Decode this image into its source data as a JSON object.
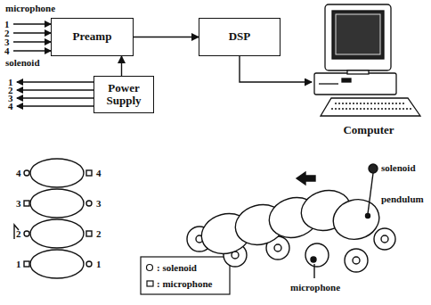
{
  "diagram": {
    "nodes": [
      {
        "text": [
          "Preamp"
        ]
      },
      {
        "text": [
          "DSP"
        ]
      },
      {
        "text": [
          "Power Supply"
        ]
      },
      {
        "text": [
          "Computer"
        ]
      }
    ],
    "edges": [
      {
        "from": 2,
        "to": 0,
        "arrow": "to"
      },
      {
        "from": 0,
        "to": 1,
        "arrow": "to"
      },
      {
        "from": 1,
        "to": 3,
        "arrow": "to"
      }
    ],
    "labels": [
      "microphone",
      "1",
      "2",
      "3",
      "4",
      "solenoid",
      "1",
      "2",
      "3",
      "4",
      "4",
      "4",
      "3",
      "3",
      "2",
      "2",
      "1",
      "1",
      "solenoid",
      "pendulum",
      "microphone"
    ],
    "legend": [
      {
        "text": ": solenoid"
      },
      {
        "text": ": microphone"
      }
    ]
  }
}
